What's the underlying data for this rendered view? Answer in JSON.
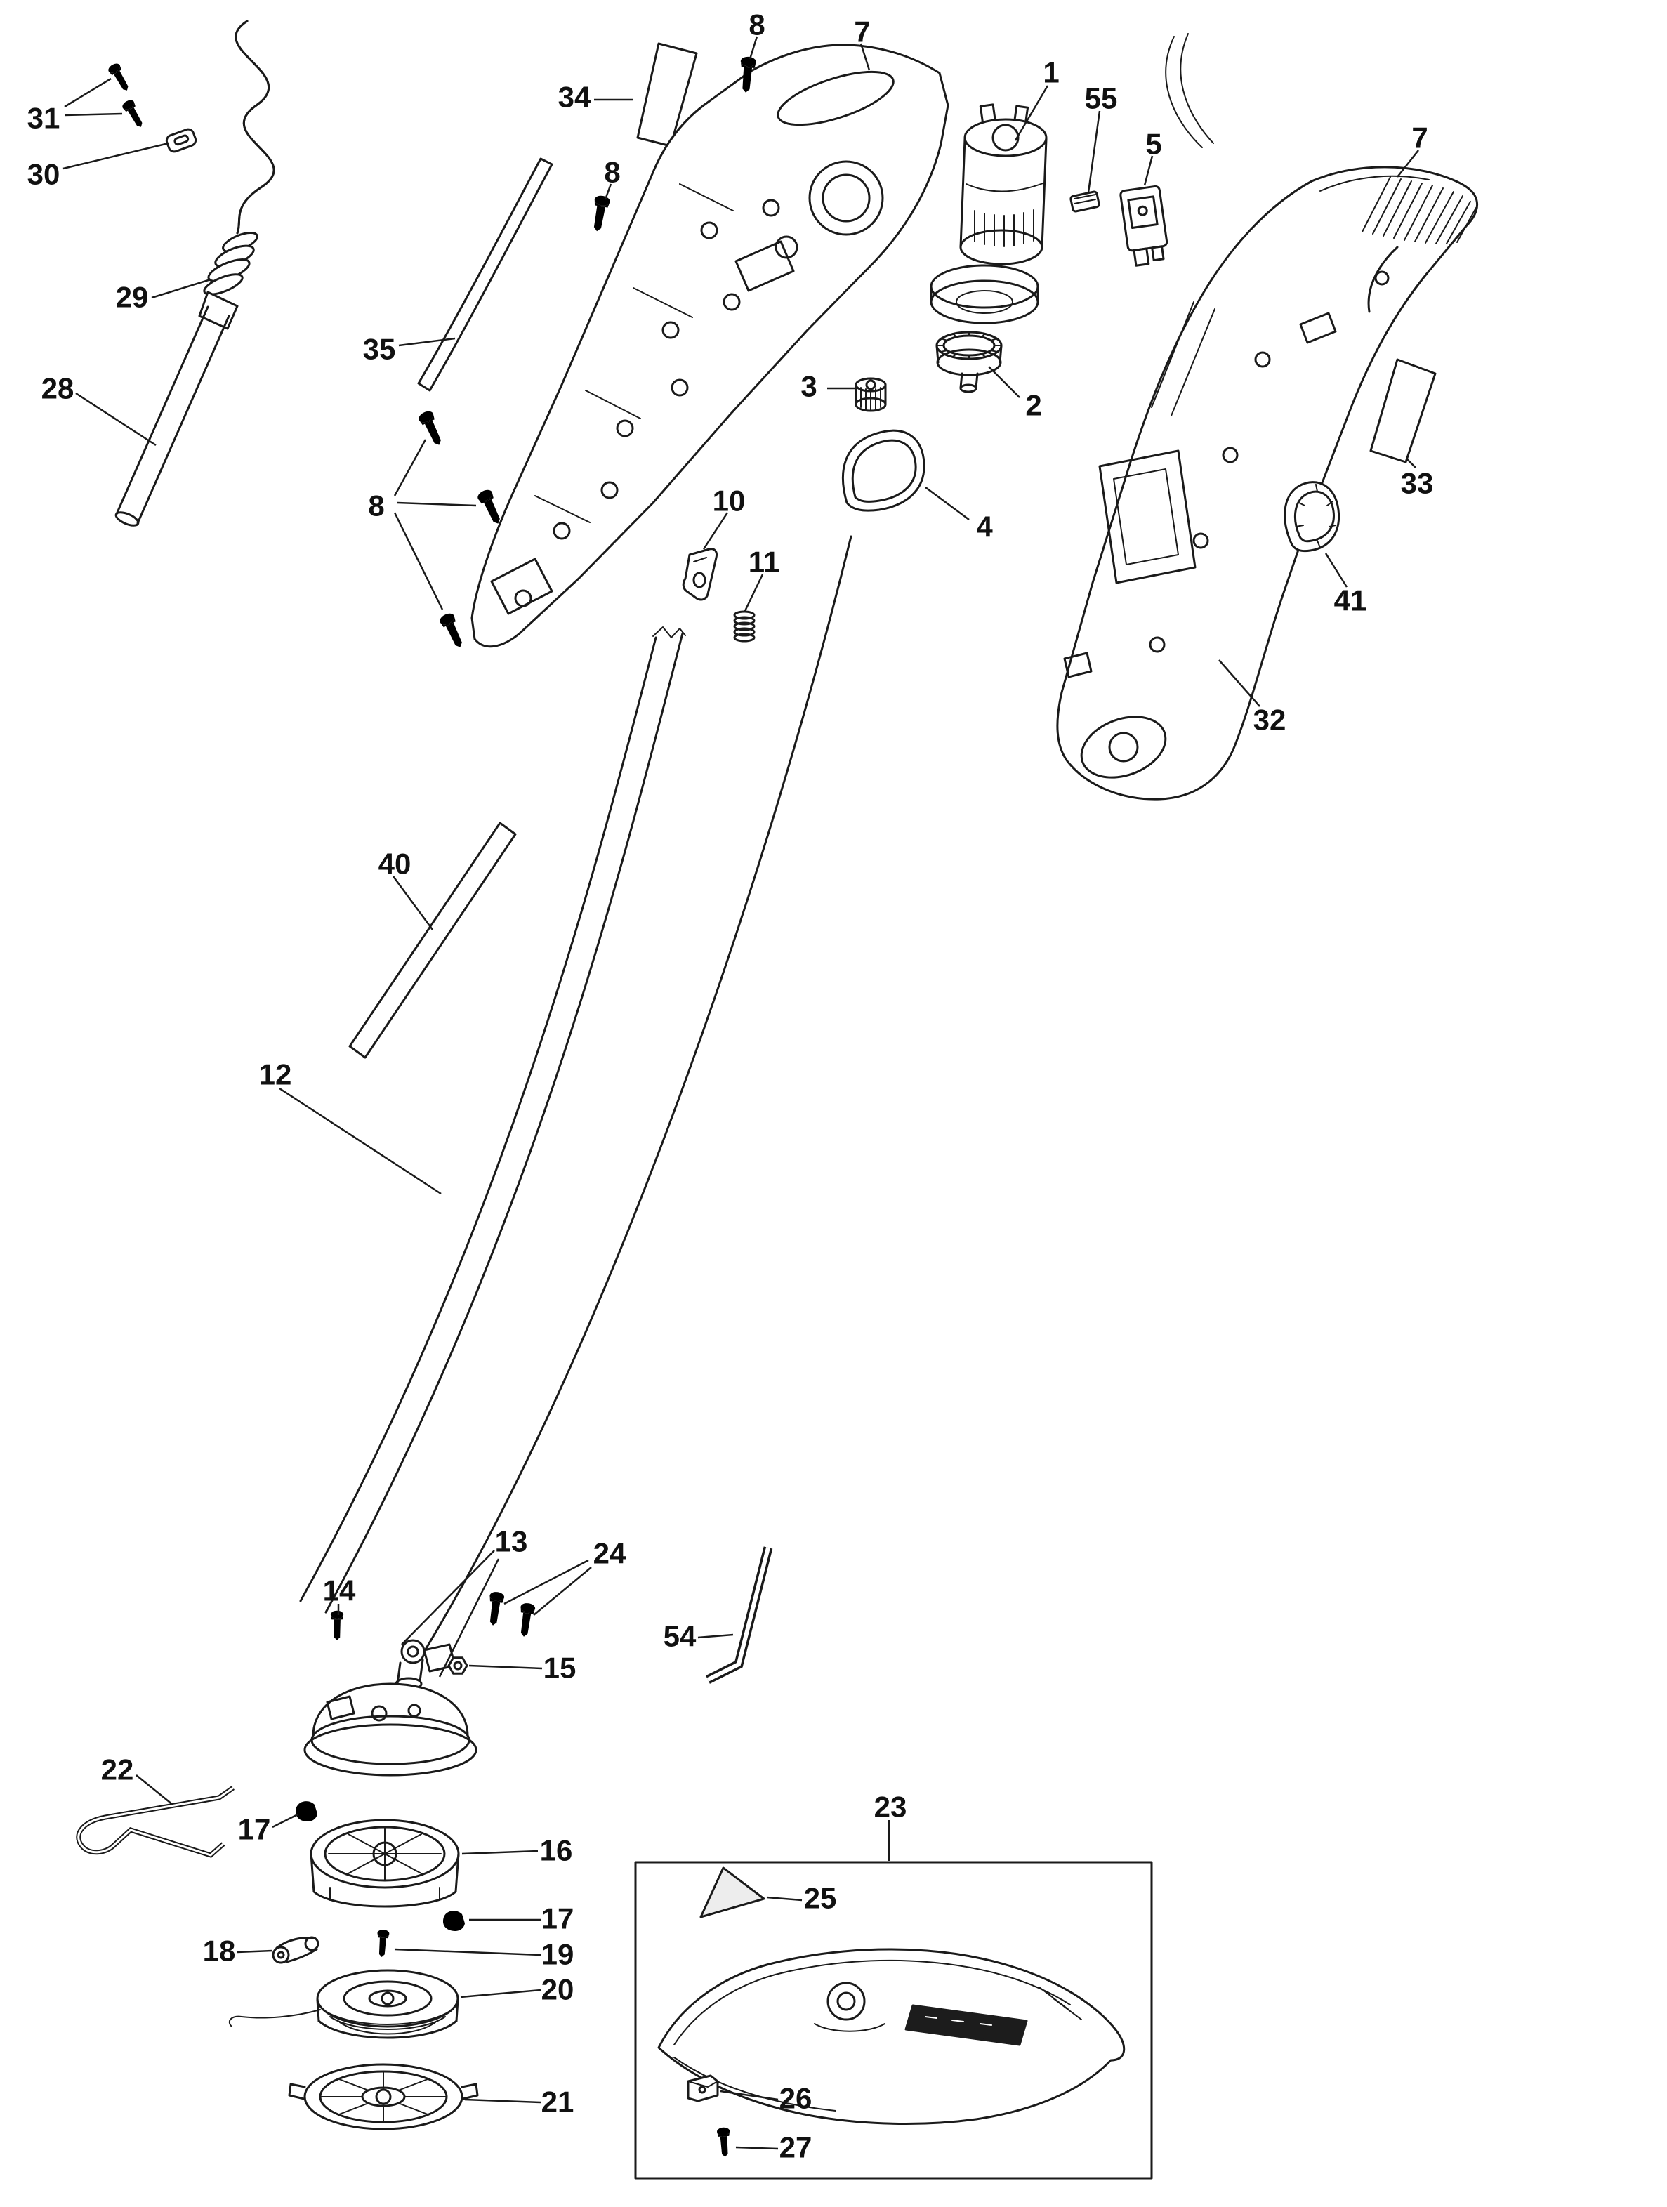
{
  "page": {
    "background": "#ffffff",
    "line_color": "#1a1a1a",
    "label_color": "#111111"
  },
  "callouts": [
    {
      "label": "31"
    },
    {
      "label": "30"
    },
    {
      "label": "29"
    },
    {
      "label": "28"
    },
    {
      "label": "34"
    },
    {
      "label": "8"
    },
    {
      "label": "7"
    },
    {
      "label": "1"
    },
    {
      "label": "55"
    },
    {
      "label": "5"
    },
    {
      "label": "7"
    },
    {
      "label": "8"
    },
    {
      "label": "35"
    },
    {
      "label": "3"
    },
    {
      "label": "2"
    },
    {
      "label": "33"
    },
    {
      "label": "4"
    },
    {
      "label": "8"
    },
    {
      "label": "10"
    },
    {
      "label": "11"
    },
    {
      "label": "41"
    },
    {
      "label": "32"
    },
    {
      "label": "40"
    },
    {
      "label": "12"
    },
    {
      "label": "13"
    },
    {
      "label": "24"
    },
    {
      "label": "14"
    },
    {
      "label": "54"
    },
    {
      "label": "15"
    },
    {
      "label": "22"
    },
    {
      "label": "17"
    },
    {
      "label": "16"
    },
    {
      "label": "17"
    },
    {
      "label": "18"
    },
    {
      "label": "19"
    },
    {
      "label": "20"
    },
    {
      "label": "21"
    },
    {
      "label": "23"
    },
    {
      "label": "25"
    },
    {
      "label": "26"
    },
    {
      "label": "27"
    }
  ]
}
